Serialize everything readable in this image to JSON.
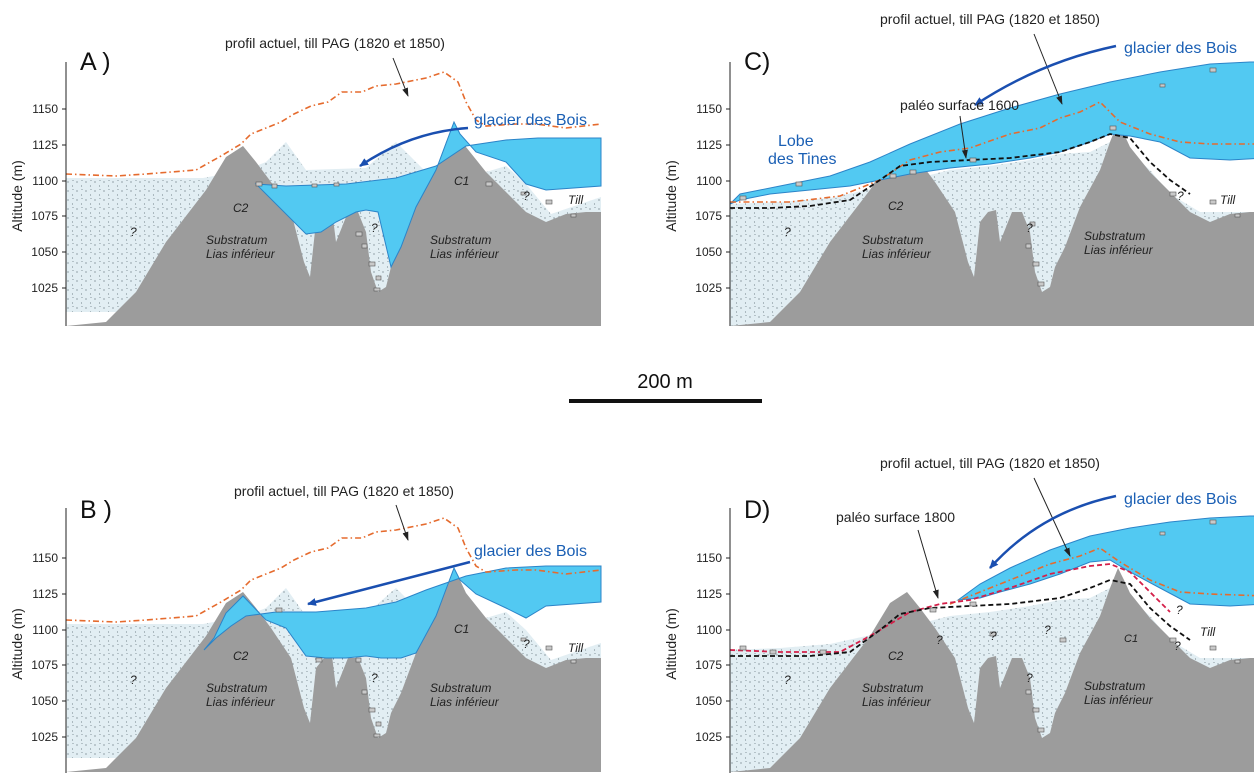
{
  "colors": {
    "ice": "#52c9f2",
    "ice_edge": "#2c84c8",
    "rock": "#9c9c9c",
    "till": "#e2eef3",
    "profile_line": "#e56b2e",
    "paleo_1600": "#111111",
    "paleo_1800": "#d4204a",
    "glacier_label": "#1a5fb4",
    "arrow": "#1a4fb0"
  },
  "y_axis": {
    "label": "Altitude (m)",
    "ticks": [
      "1150",
      "1125",
      "1100",
      "1075",
      "1050",
      "1025"
    ]
  },
  "scale_bar": {
    "label": "200 m"
  },
  "labels": {
    "profile": "profil actuel, till PAG (1820 et 1850)",
    "glacier": "glacier des Bois",
    "substratum_1": "Substratum",
    "substratum_2": "Lias inférieur",
    "c1": "C1",
    "c2": "C2",
    "till": "Till",
    "question": "?",
    "lobe_1": "Lobe",
    "lobe_2": "des Tines",
    "paleo_1600": "paléo surface 1600",
    "paleo_1800": "paléo surface 1800"
  },
  "panels": [
    {
      "letter": "A )"
    },
    {
      "letter": "B )"
    },
    {
      "letter": "C)"
    },
    {
      "letter": "D)"
    }
  ]
}
